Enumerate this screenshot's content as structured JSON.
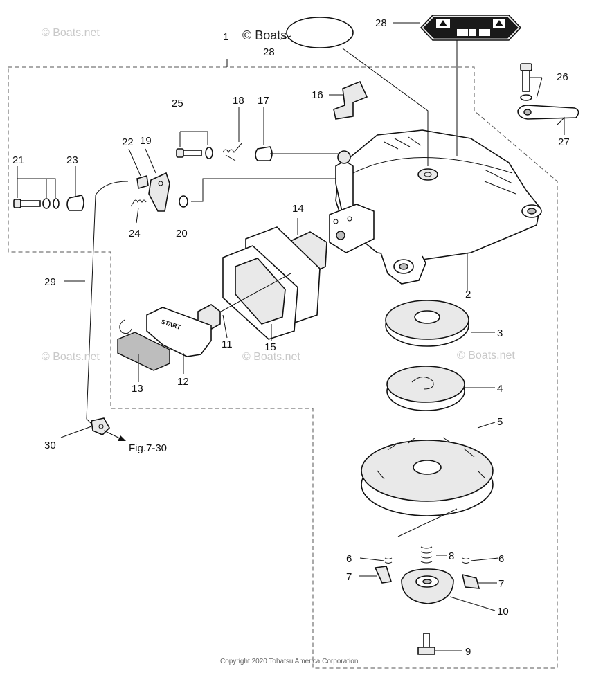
{
  "watermarks": {
    "main": "© Boats.net",
    "faint": "© Boats.net"
  },
  "copyright": "Copyright 2020 Tohatsu America Corporation",
  "reference": "Fig.7-30",
  "callouts": [
    {
      "id": "1",
      "label": "1"
    },
    {
      "id": "2",
      "label": "2"
    },
    {
      "id": "3",
      "label": "3"
    },
    {
      "id": "4",
      "label": "4"
    },
    {
      "id": "5",
      "label": "5"
    },
    {
      "id": "6a",
      "label": "6"
    },
    {
      "id": "6b",
      "label": "6"
    },
    {
      "id": "7a",
      "label": "7"
    },
    {
      "id": "7b",
      "label": "7"
    },
    {
      "id": "8",
      "label": "8"
    },
    {
      "id": "9",
      "label": "9"
    },
    {
      "id": "10",
      "label": "10"
    },
    {
      "id": "11",
      "label": "11"
    },
    {
      "id": "12",
      "label": "12"
    },
    {
      "id": "13",
      "label": "13"
    },
    {
      "id": "14",
      "label": "14"
    },
    {
      "id": "15",
      "label": "15"
    },
    {
      "id": "16",
      "label": "16"
    },
    {
      "id": "17",
      "label": "17"
    },
    {
      "id": "18",
      "label": "18"
    },
    {
      "id": "19",
      "label": "19"
    },
    {
      "id": "20",
      "label": "20"
    },
    {
      "id": "21",
      "label": "21"
    },
    {
      "id": "22",
      "label": "22"
    },
    {
      "id": "23",
      "label": "23"
    },
    {
      "id": "24",
      "label": "24"
    },
    {
      "id": "25",
      "label": "25"
    },
    {
      "id": "26",
      "label": "26"
    },
    {
      "id": "27",
      "label": "27"
    },
    {
      "id": "28a",
      "label": "28"
    },
    {
      "id": "28b",
      "label": "28"
    },
    {
      "id": "29",
      "label": "29"
    },
    {
      "id": "30",
      "label": "30"
    }
  ],
  "handle_text": "START"
}
